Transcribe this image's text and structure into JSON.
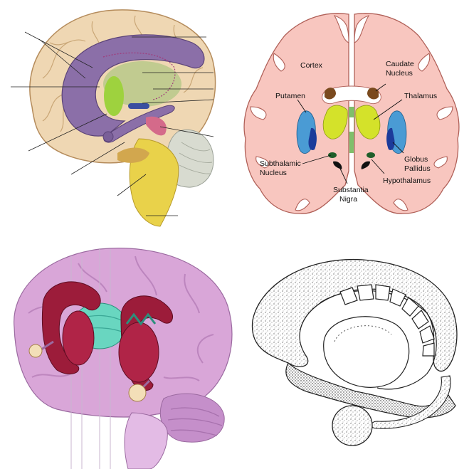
{
  "coronal_section": {
    "labels": {
      "cortex": "Cortex",
      "caudate_nucleus_1": "Caudate",
      "caudate_nucleus_2": "Nucleus",
      "putamen": "Putamen",
      "thalamus": "Thalamus",
      "globus_pallidus_1": "Globus",
      "globus_pallidus_2": "Pallidus",
      "subthalamic_nucleus_1": "Subthalamic",
      "subthalamic_nucleus_2": "Nucleus",
      "substantia_nigra_1": "Substantia",
      "substantia_nigra_2": "Nigra",
      "hypothalamus": "Hypothalamus"
    }
  },
  "colors": {
    "cortex": "#f8c6bf",
    "cortex_outline": "#b06058",
    "thalamus": "#d4e22a",
    "putamen": "#4a9bd4",
    "globus_pallidus": "#1c3b9a",
    "caudate": "#7a4a1e",
    "subthalamic": "#1f5e2a",
    "hypothalamus": "#2d7a3a",
    "ventricle_medial": "#7fbf6a",
    "medial_view_purple": "#8b6fa8",
    "lateral_brain": "#d9a6d8",
    "striatum_red": "#9c1c3a",
    "thalamus_teal": "#69d6c0",
    "brainstem_yellow": "#f0d66a"
  }
}
